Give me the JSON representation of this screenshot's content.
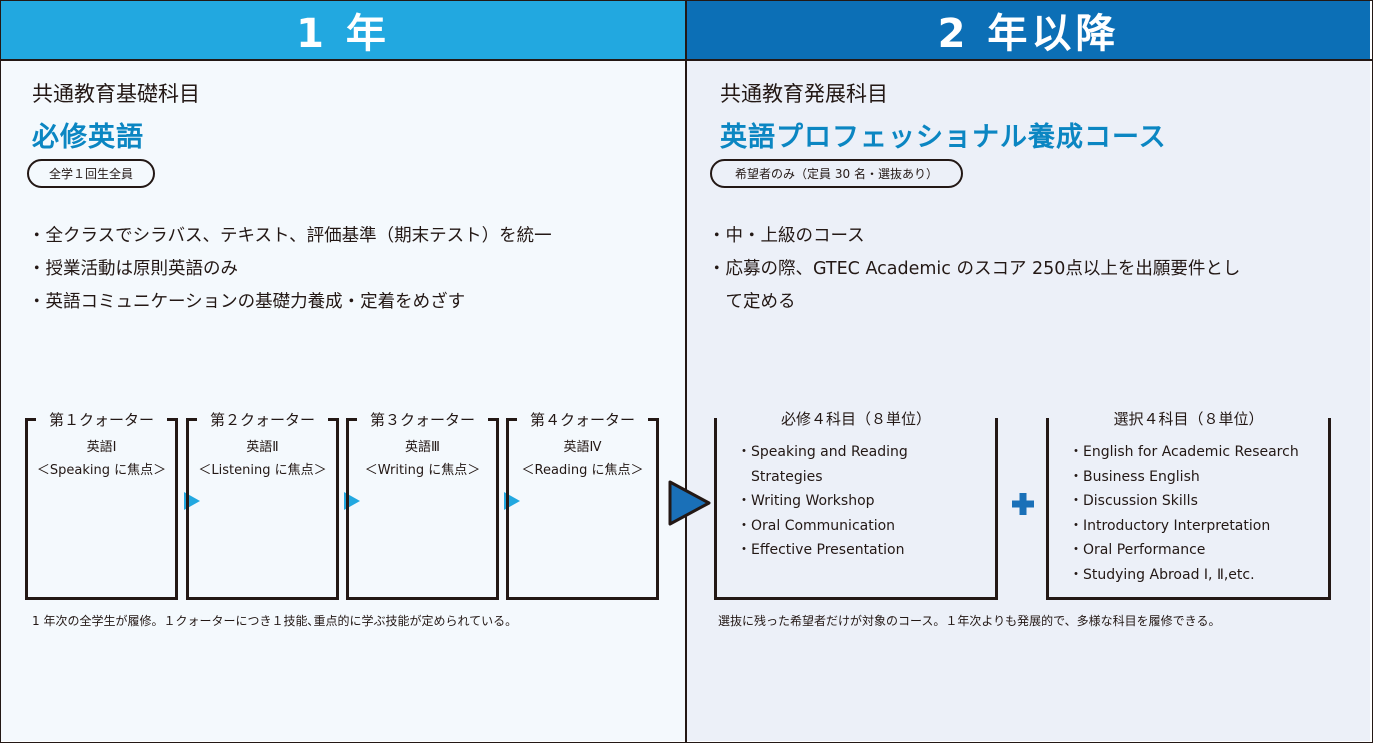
{
  "left": {
    "header": "1 年",
    "category": "共通教育基礎科目",
    "course": "必修英語",
    "badge": "全学１回生全員",
    "bullets": [
      "・全クラスでシラバス、テキスト、評価基準（期末テスト）を統一",
      "・授業活動は原則英語のみ",
      "・英語コミュニケーションの基礎力養成・定着をめざす"
    ],
    "quarters": [
      {
        "title": "第１クォーター",
        "subject": "英語Ⅰ",
        "focus": "＜Speaking に焦点＞"
      },
      {
        "title": "第２クォーター",
        "subject": "英語Ⅱ",
        "focus": "＜Listening に焦点＞"
      },
      {
        "title": "第３クォーター",
        "subject": "英語Ⅲ",
        "focus": "＜Writing に焦点＞"
      },
      {
        "title": "第４クォーター",
        "subject": "英語Ⅳ",
        "focus": "＜Reading に焦点＞"
      }
    ],
    "note": "1 年次の全学生が履修。１クォーターにつき１技能､重点的に学ぶ技能が定められている。"
  },
  "right": {
    "header": "2 年以降",
    "category": "共通教育発展科目",
    "course": "英語プロフェッショナル養成コース",
    "badge": "希望者のみ（定員 30 名・選抜あり）",
    "bullets": [
      "・中・上級のコース",
      "・応募の際、GTEC Academic のスコア 250点以上を出願要件とし",
      "　て定める"
    ],
    "required": {
      "title": "必修４科目（８単位）",
      "items": [
        "・Speaking and Reading",
        "　Strategies",
        "・Writing Workshop",
        "・Oral Communication",
        "・Effective Presentation"
      ]
    },
    "elective": {
      "title": "選択４科目（８単位）",
      "items": [
        "・English for Academic Research",
        "・Business English",
        "・Discussion Skills",
        "・Introductory Interpretation",
        "・Oral Performance",
        "・Studying Abroad Ⅰ, Ⅱ,etc."
      ]
    },
    "note": "選抜に残った希望者だけが対象のコース。１年次よりも発展的で、多様な科目を履修できる。"
  },
  "colors": {
    "header_left": "#22a8e0",
    "header_right": "#0c6fb6",
    "course_text": "#0b86c2",
    "arrow": "#1a70b8"
  },
  "icons": {
    "plus": "plus-icon",
    "arrow": "right-triangle-icon"
  }
}
